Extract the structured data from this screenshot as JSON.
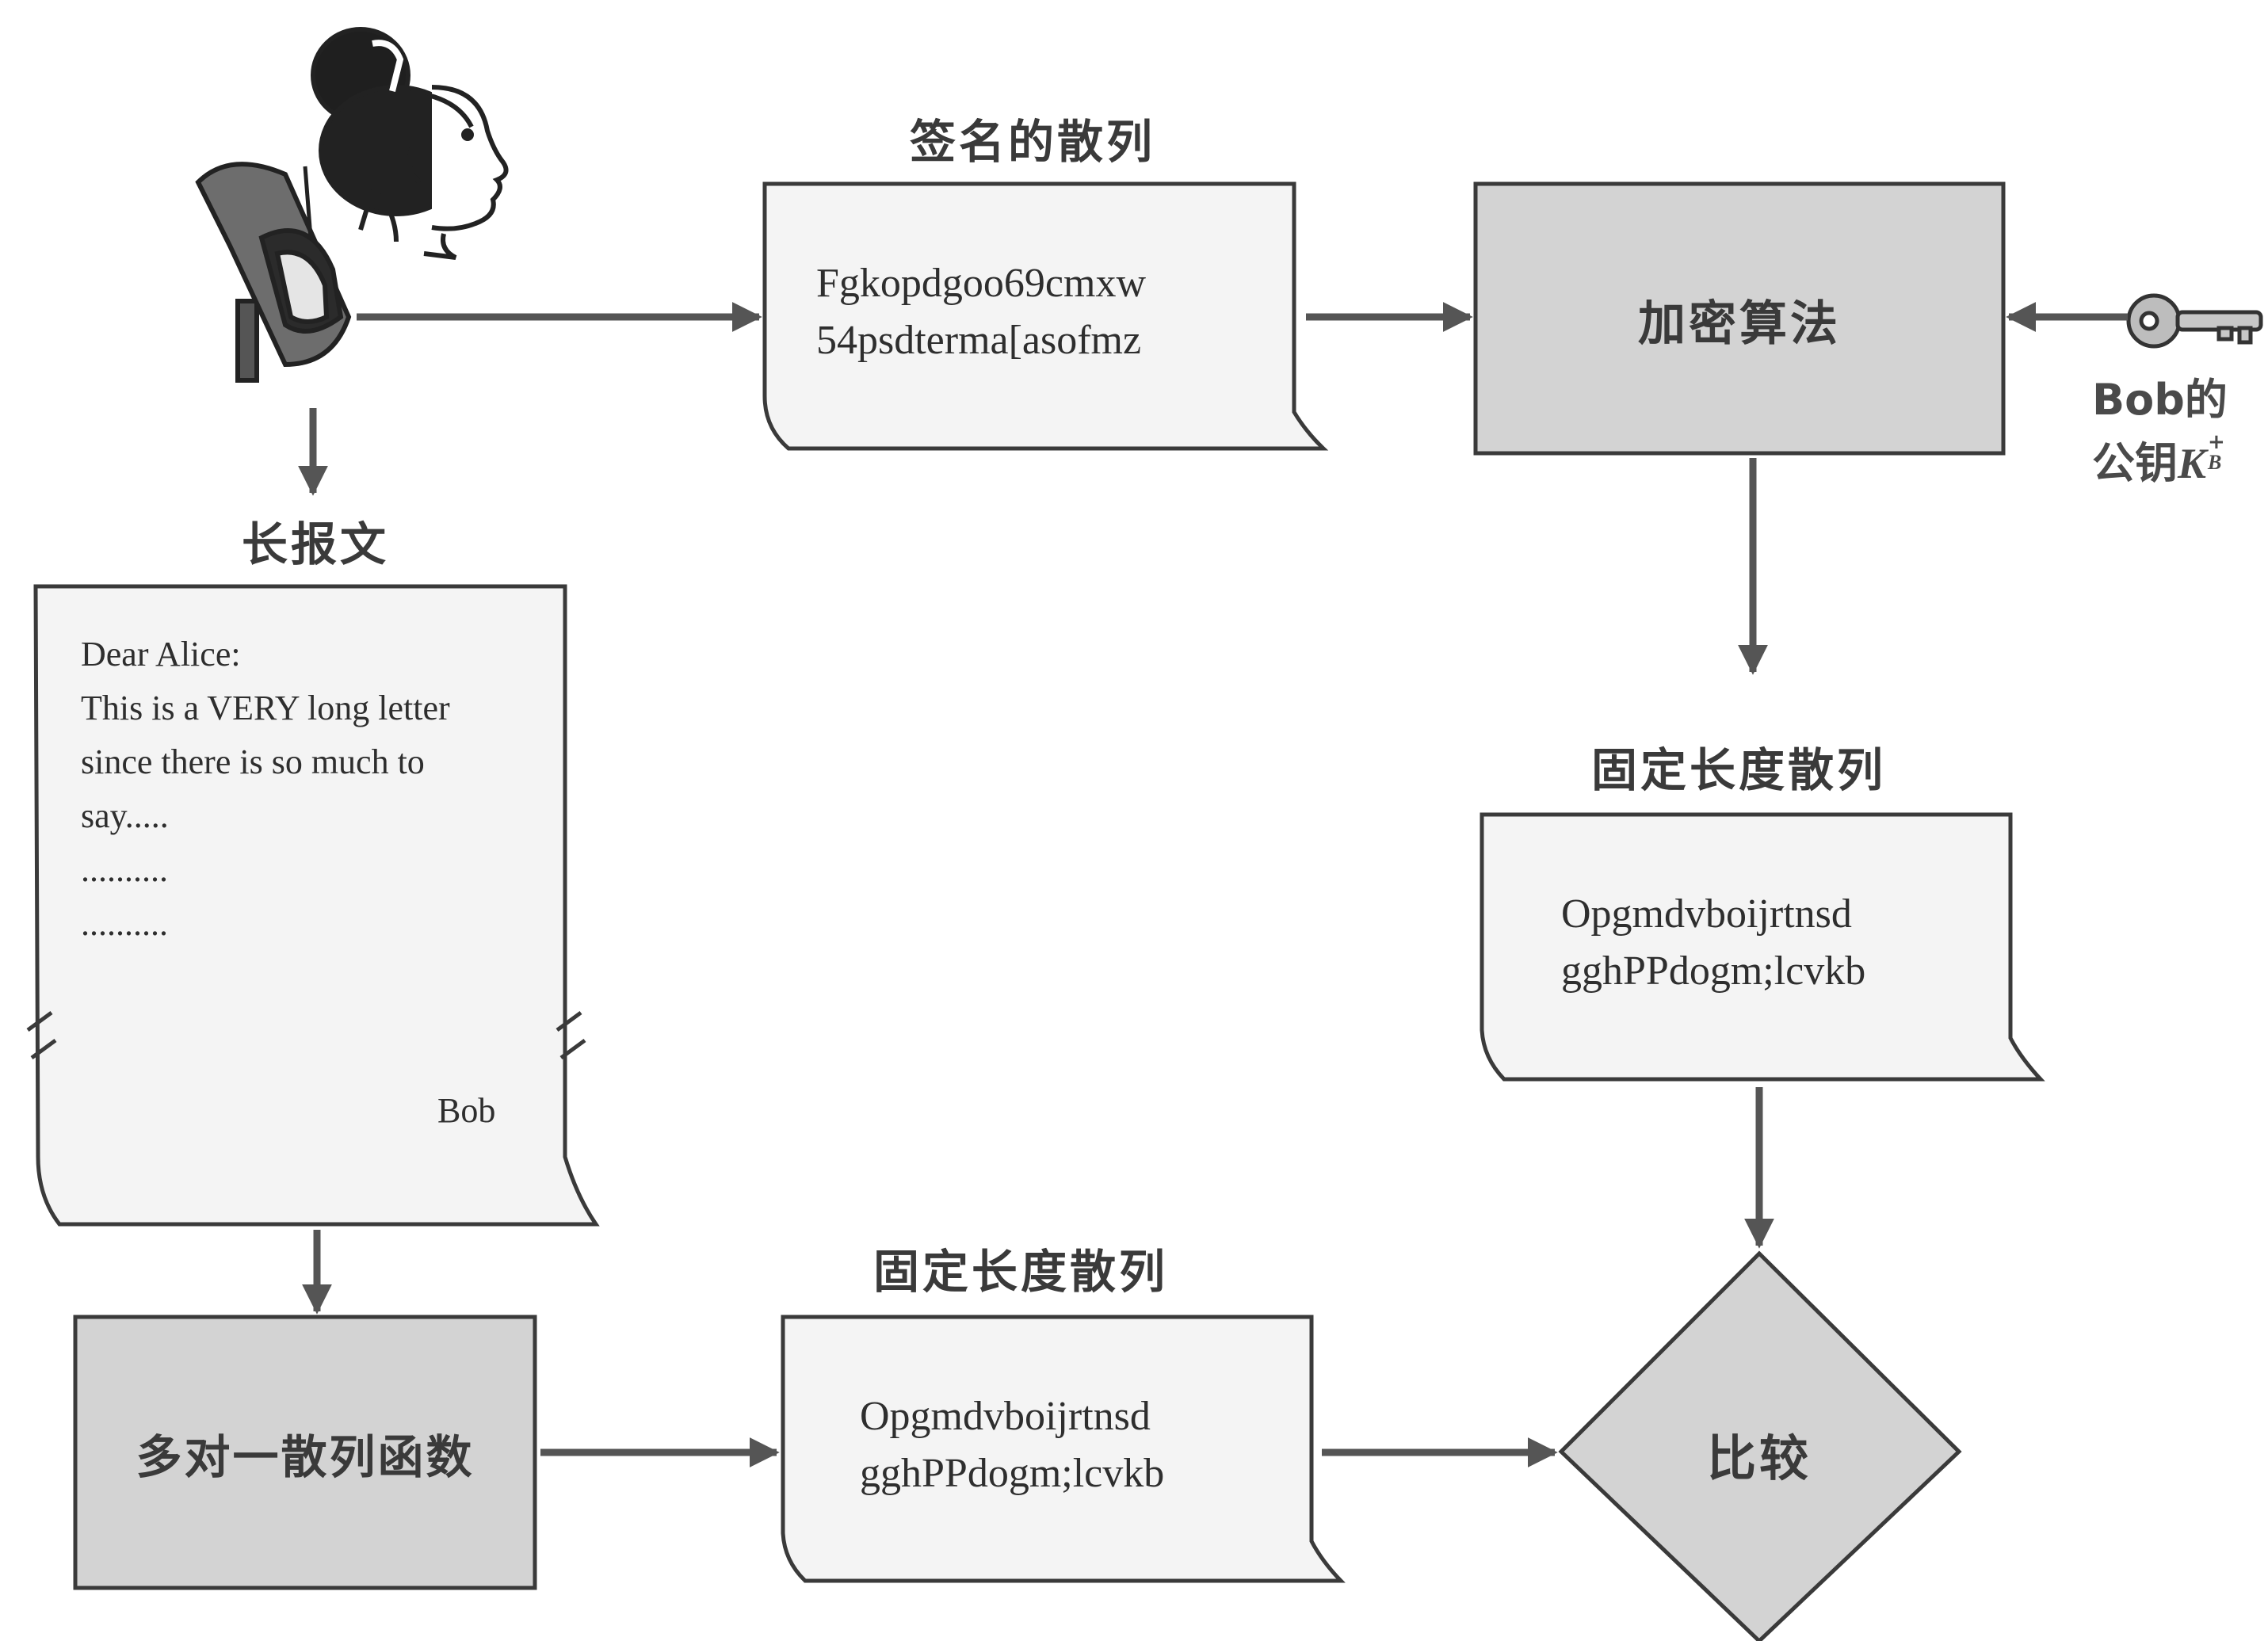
{
  "labels": {
    "signed_hash_title": "签名的散列",
    "long_message_title": "长报文",
    "fixed_hash_title_right": "固定长度散列",
    "fixed_hash_title_bottom": "固定长度散列",
    "bob_key_line1": "Bob的",
    "bob_key_line2_prefix": "公钥",
    "bob_key_symbol": "K",
    "bob_key_sup": "+",
    "bob_key_sub": "B"
  },
  "signed_hash": {
    "line1": "Fgkopdgoo69cmxw",
    "line2": "54psdterma[asofmz"
  },
  "encrypt_box": {
    "label": "加密算法"
  },
  "hash_function_box": {
    "label": "多对一散列函数"
  },
  "compare_node": {
    "label": "比较"
  },
  "fixed_hash_right": {
    "line1": "Opgmdvboijrtnsd",
    "line2": "gghPPdogm;lcvkb"
  },
  "fixed_hash_bottom": {
    "line1": "Opgmdvboijrtnsd",
    "line2": "gghPPdogm;lcvkb"
  },
  "letter": {
    "lines": [
      "Dear Alice:",
      "This is a VERY long letter",
      "since there is so much to",
      "say.....",
      "..........",
      ".........."
    ],
    "signature": "Bob"
  },
  "colors": {
    "box_fill_light": "#f4f4f4",
    "box_fill_dark": "#cfcfcf",
    "stroke": "#3a3a3a",
    "arrow": "#555555"
  }
}
